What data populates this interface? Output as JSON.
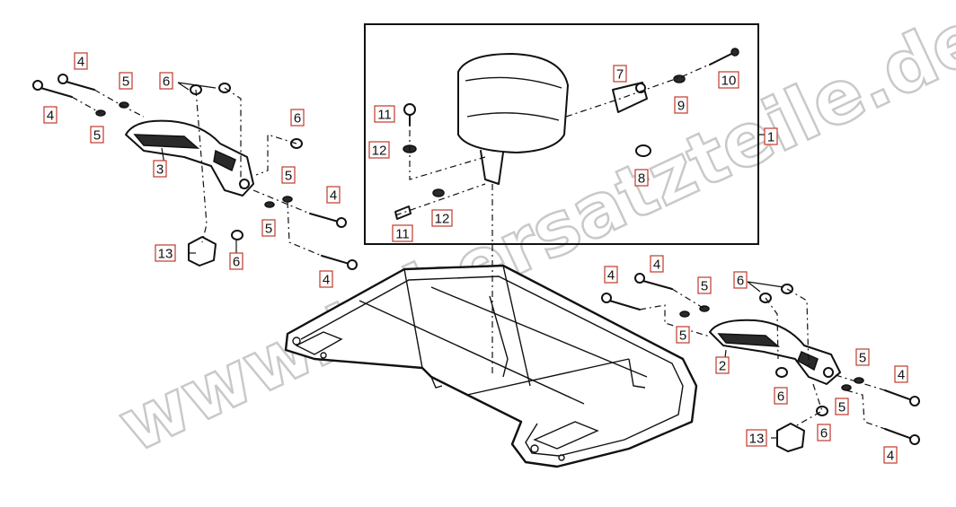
{
  "watermark": "www.tgbersatzteile.de",
  "callouts": [
    {
      "id": "c1",
      "text": "1"
    },
    {
      "id": "c2",
      "text": "2"
    },
    {
      "id": "c3",
      "text": "3"
    },
    {
      "id": "c4a",
      "text": "4"
    },
    {
      "id": "c4b",
      "text": "4"
    },
    {
      "id": "c4c",
      "text": "4"
    },
    {
      "id": "c4d",
      "text": "4"
    },
    {
      "id": "c4e",
      "text": "4"
    },
    {
      "id": "c4f",
      "text": "4"
    },
    {
      "id": "c4g",
      "text": "4"
    },
    {
      "id": "c4h",
      "text": "4"
    },
    {
      "id": "c5a",
      "text": "5"
    },
    {
      "id": "c5b",
      "text": "5"
    },
    {
      "id": "c5c",
      "text": "5"
    },
    {
      "id": "c5d",
      "text": "5"
    },
    {
      "id": "c5e",
      "text": "5"
    },
    {
      "id": "c5f",
      "text": "5"
    },
    {
      "id": "c5g",
      "text": "5"
    },
    {
      "id": "c5h",
      "text": "5"
    },
    {
      "id": "c6a",
      "text": "6"
    },
    {
      "id": "c6b",
      "text": "6"
    },
    {
      "id": "c6c",
      "text": "6"
    },
    {
      "id": "c6d",
      "text": "6"
    },
    {
      "id": "c6e",
      "text": "6"
    },
    {
      "id": "c6f",
      "text": "6"
    },
    {
      "id": "c7",
      "text": "7"
    },
    {
      "id": "c8",
      "text": "8"
    },
    {
      "id": "c9",
      "text": "9"
    },
    {
      "id": "c10",
      "text": "10"
    },
    {
      "id": "c11a",
      "text": "11"
    },
    {
      "id": "c11b",
      "text": "11"
    },
    {
      "id": "c12a",
      "text": "12"
    },
    {
      "id": "c12b",
      "text": "12"
    },
    {
      "id": "c13a",
      "text": "13"
    },
    {
      "id": "c13b",
      "text": "13"
    }
  ],
  "colors": {
    "callout_border": "#c0392b",
    "line": "#111111",
    "watermark": "#c9c9c9"
  }
}
